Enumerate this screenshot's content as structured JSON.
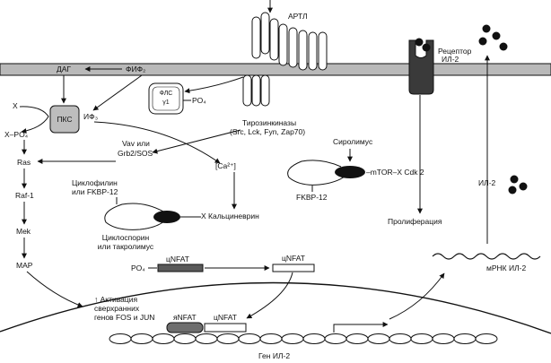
{
  "membrane": {
    "tcr": "АРТЛ",
    "dag": "ДАГ",
    "fif2": "ФИФ₂",
    "il2_receptor_line1": "Рецептор",
    "il2_receptor_line2": "ИЛ-2"
  },
  "signaling": {
    "x_left": "X",
    "pkc": "ПКС",
    "if3": "ИФ₃",
    "x_po4": "X–PO₄",
    "fls_line1": "ФЛС",
    "fls_line2": "γ1",
    "po4_fls": "PO₄",
    "tyrosine_kinases_line1": "Тирозинкиназы",
    "tyrosine_kinases_line2": "(Src, Lck, Fyn, Zap70)",
    "vav_line1": "Vav или",
    "vav_line2": "Grb2/SOS",
    "ca": "[Ca²⁺]",
    "sirolimus": "Сиролимус",
    "mtor_cdk": "–mTOR–X Cdk 2",
    "fkbp12": "FKBP-12",
    "proliferation": "Пролиферация",
    "il2_cyto": "ИЛ-2"
  },
  "mapk": {
    "ras": "Ras",
    "raf1": "Raf-1",
    "mek": "Mek",
    "map": "MAP"
  },
  "calcineurin": {
    "cyclophilin_line1": "Циклофилин",
    "cyclophilin_line2": "или FKBP-12",
    "cyclosporin_line1": "Циклоспорин",
    "cyclosporin_line2": "или такролимус",
    "x_calcineurin": "X  Кальциневрин",
    "cnfat_phos": "цNFAT",
    "po4_nfat": "PO₄",
    "cnfat": "цNFAT"
  },
  "nucleus": {
    "activation_line1": "↑ Активация",
    "activation_line2": "сверхранних",
    "activation_line3": "генов FOS и JUN",
    "ynfat": "яNFAT",
    "cnfat_dna": "цNFAT",
    "gene": "Ген ИЛ-2",
    "mrna": "мРНК ИЛ-2"
  },
  "colors": {
    "ink": "#111111",
    "membrane_fill": "#b9b9b9",
    "receptor_fill": "#3a3a3a",
    "pkc_fill": "#bdbdbd",
    "nfat_phos_fill": "#5a5a5a",
    "ynfat_fill": "#6e6e6e",
    "paper": "#ffffff"
  }
}
